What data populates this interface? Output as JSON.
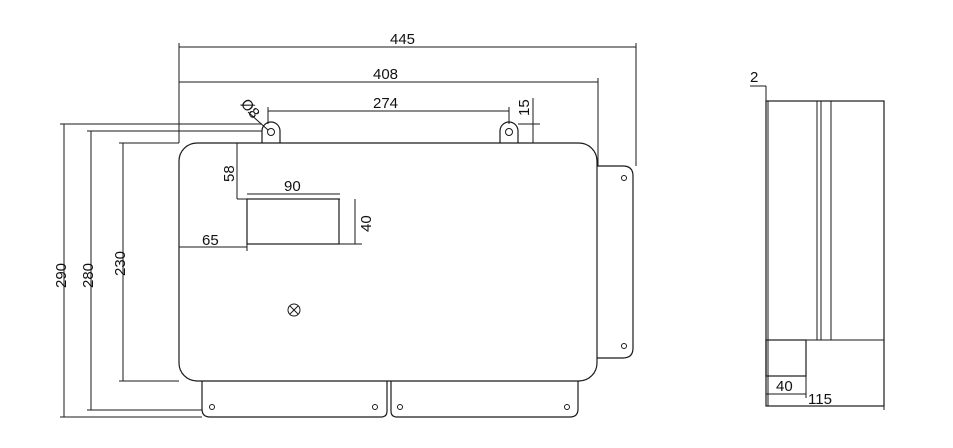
{
  "front_view": {
    "overall_width": "445",
    "body_width": "408",
    "hole_spacing": "274",
    "hole_diameter": "Ø8",
    "tab_height": "15",
    "window_top_offset": "58",
    "window_width": "90",
    "window_height": "40",
    "window_left_offset": "65",
    "overall_height": "290",
    "hole_height": "280",
    "body_height": "230"
  },
  "side_view": {
    "flange_thickness": "2",
    "bottom_step_width": "40",
    "depth": "115"
  }
}
